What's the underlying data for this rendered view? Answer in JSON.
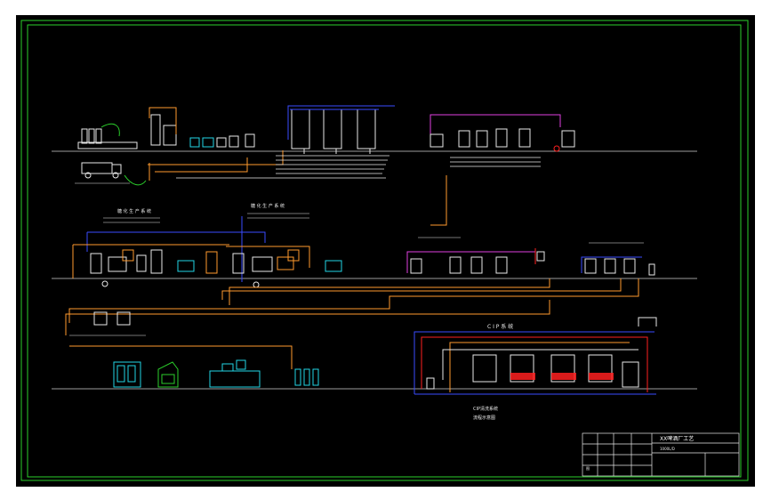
{
  "drawing": {
    "background": "#000000",
    "border_color": "#2bd02b",
    "colors": {
      "water_line": "#ff9a2e",
      "white_line": "#e8e8e8",
      "blue_line": "#3a4cff",
      "magenta_line": "#e040e0",
      "red_equipment": "#ff2020",
      "cyan_equipment": "#22d6e6",
      "green_equipment": "#22e022",
      "title_text": "#ffffff"
    },
    "labels": {
      "left_unit_heading": "糖 化 生 产 系 统",
      "mid_unit_heading": "糖 化 生 产 系 统",
      "cip_heading": "C I P 系 统",
      "cip_caption_1": "CIP清洗系统",
      "cip_caption_2": "流程示意图"
    },
    "title_block": {
      "title": "XX啤酒厂工艺",
      "subtitle": "1000L/D",
      "mark": "图"
    }
  }
}
